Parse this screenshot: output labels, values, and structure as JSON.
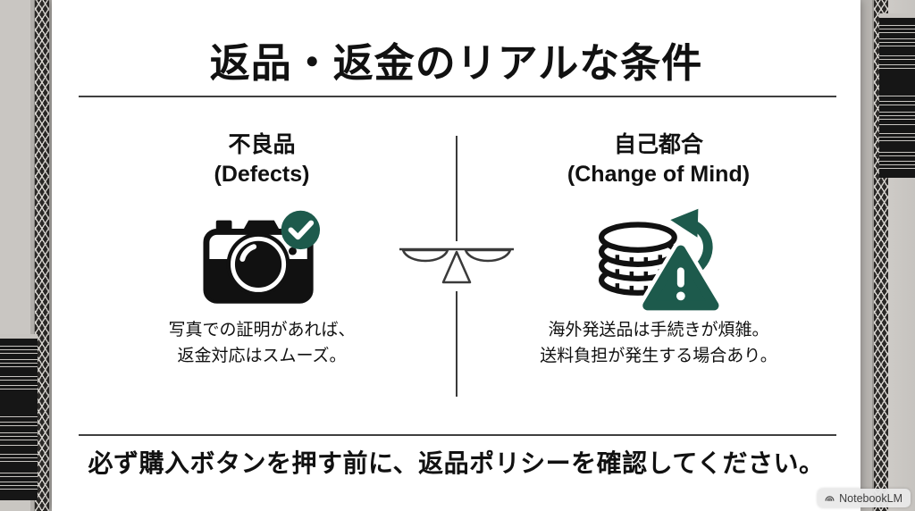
{
  "title": "返品・返金のリアルな条件",
  "columns": {
    "left": {
      "heading_jp": "不良品",
      "heading_en": "(Defects)",
      "icon": "camera-with-checkmark",
      "description": [
        "写真での証明があれば、",
        "返金対応はスムーズ。"
      ]
    },
    "right": {
      "heading_jp": "自己都合",
      "heading_en": "(Change of Mind)",
      "icon": "coin-stack-return-arrow-warning",
      "description": [
        "海外発送品は手続きが煩雑。",
        "送料負担が発生する場合あり。"
      ]
    }
  },
  "divider_icon": "balance-scale",
  "footer": {
    "text": "必ず購入ボタンを押す前に、返品ポリシーを確認してください。"
  },
  "watermark": {
    "label": "NotebookLM",
    "icon": "notebooklm-logo"
  },
  "decor": {
    "background": "cardboard-box",
    "stickers": [
      "barcode-left",
      "barcode-right"
    ]
  },
  "colors": {
    "accent_green": "#1d5a4c",
    "text": "#111111"
  }
}
